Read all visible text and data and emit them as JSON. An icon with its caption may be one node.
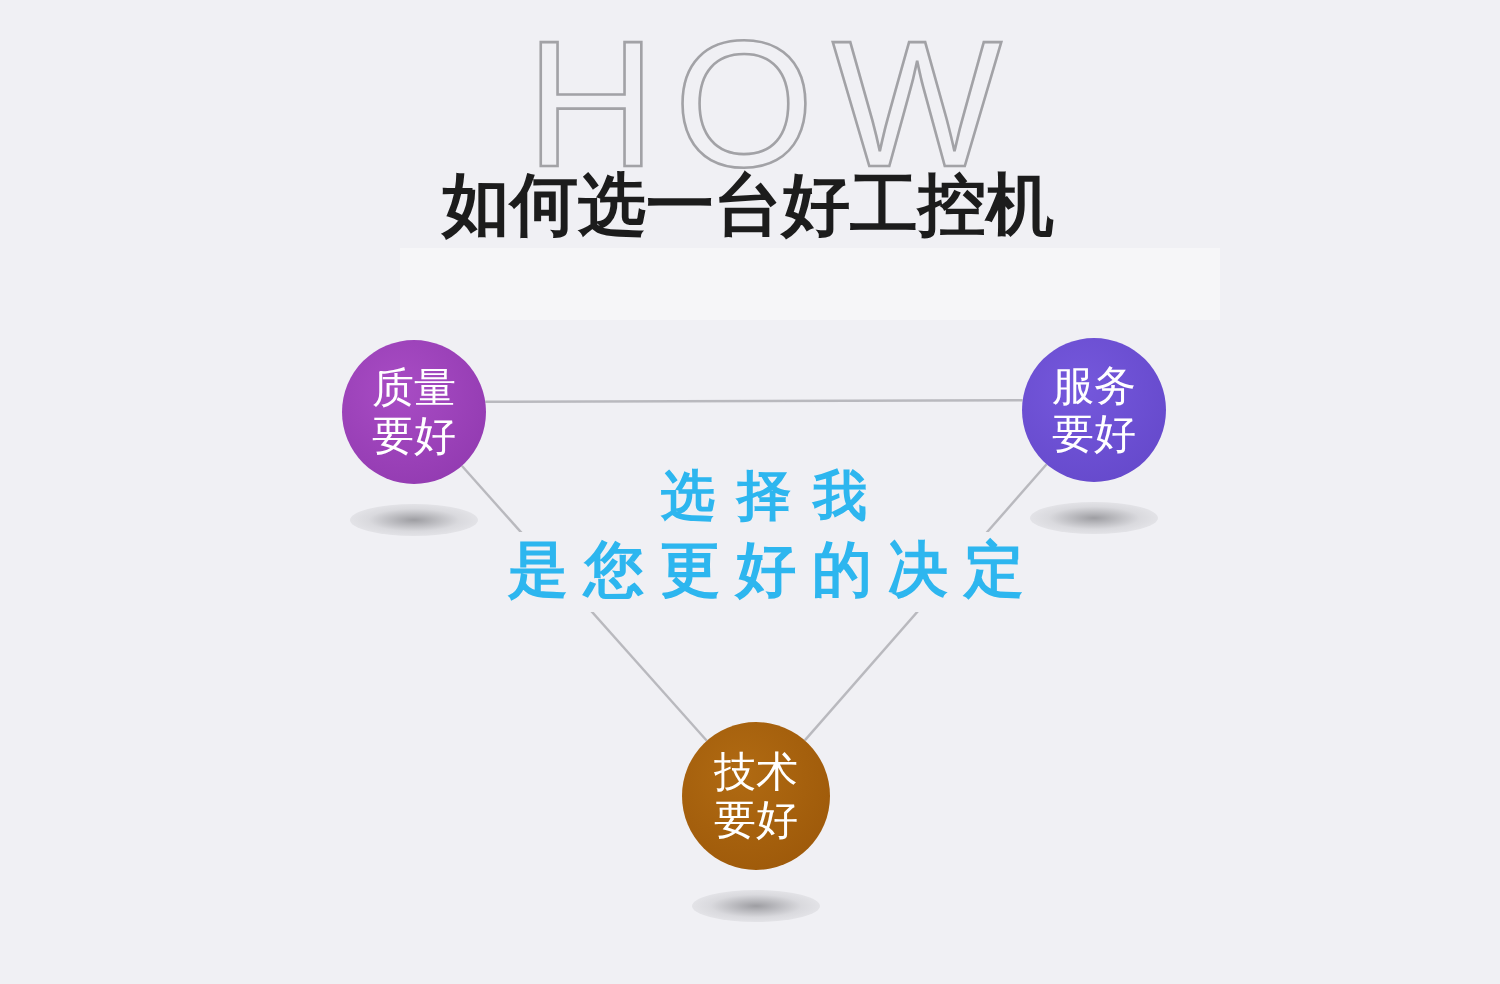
{
  "diagram": {
    "title": "如何选一台好工控机",
    "nodes": [
      {
        "text": [
          "质量要好"
        ]
      },
      {
        "text": [
          "服务要好"
        ]
      },
      {
        "text": [
          "技术要好"
        ]
      }
    ],
    "edges": [
      {
        "from": 0,
        "to": 1,
        "arrow": "none"
      },
      {
        "from": 0,
        "to": 2,
        "arrow": "none"
      },
      {
        "from": 1,
        "to": 2,
        "arrow": "none"
      }
    ],
    "labels": [
      "HOW",
      "选择我",
      "是您更好的决定"
    ]
  }
}
